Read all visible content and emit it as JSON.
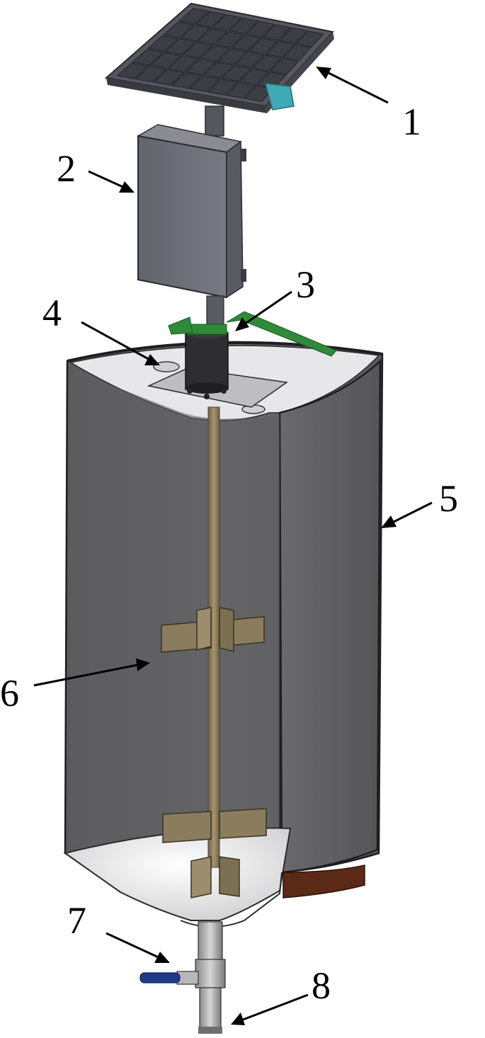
{
  "colors": {
    "tank_shell": "#5b5b5d",
    "tank_shell_light": "#6d6d70",
    "tank_interior": "#e9e9ea",
    "solar_frame": "#5f6068",
    "solar_cell": "#3d3e45",
    "control_box": "#6e6f77",
    "motor": "#2f2f33",
    "motor_band": "#2f8a3a",
    "shaft": "#8b7b5c",
    "impeller_blade": "#8a7d5e",
    "outlet_valve_handle": "#1f3a8a",
    "heater_strip": "#5a2a16",
    "bracket": "#3fa9b5"
  },
  "icons": [
    "solar-panel-icon",
    "control-box-icon",
    "motor-icon",
    "inlet-icon",
    "tank-icon",
    "impeller-icon",
    "valve-icon",
    "outlet-pipe-icon"
  ],
  "callouts": [
    {
      "id": "1",
      "label": "1"
    },
    {
      "id": "2",
      "label": "2"
    },
    {
      "id": "3",
      "label": "3"
    },
    {
      "id": "4",
      "label": "4"
    },
    {
      "id": "5",
      "label": "5"
    },
    {
      "id": "6",
      "label": "6"
    },
    {
      "id": "7",
      "label": "7"
    },
    {
      "id": "8",
      "label": "8"
    }
  ]
}
